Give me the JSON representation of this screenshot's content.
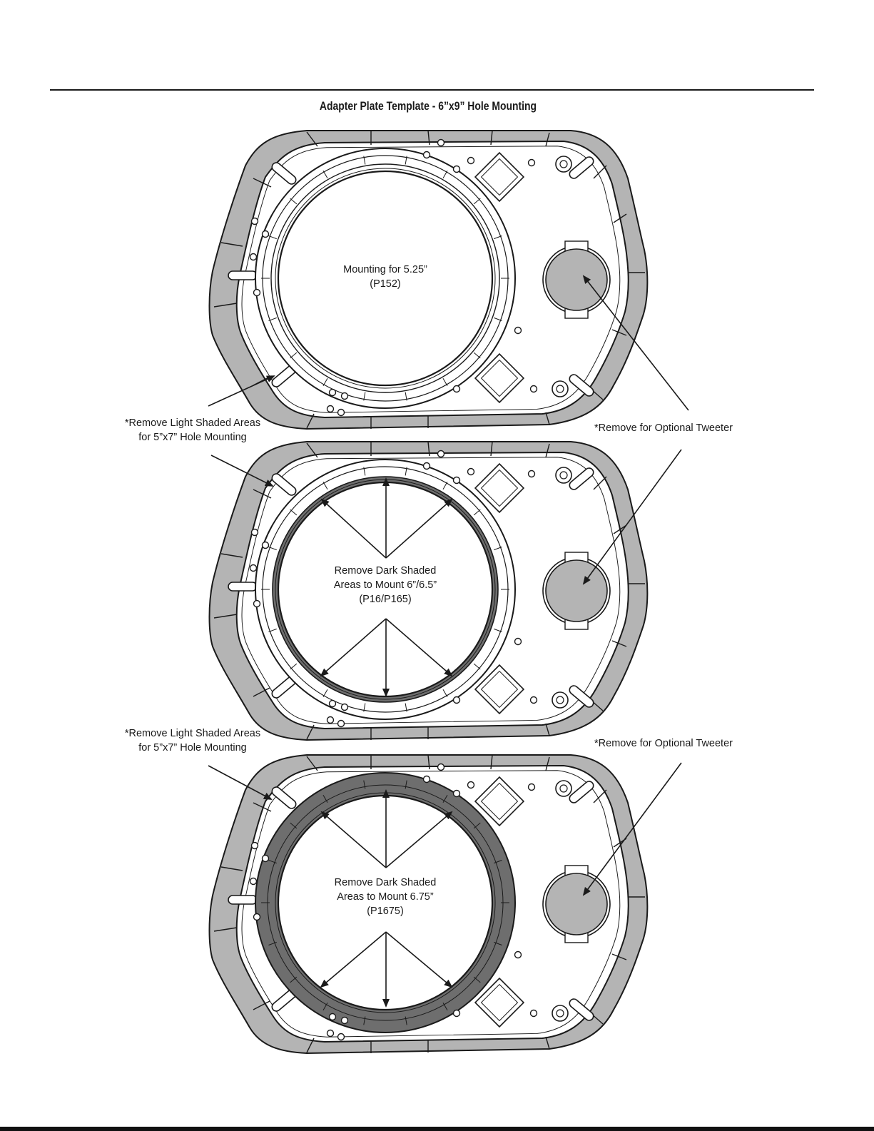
{
  "page": {
    "title": "Adapter Plate Template - 6”x9” Hole Mounting"
  },
  "plates": [
    {
      "center_label": [
        "Mounting for 5.25”",
        "(P152)"
      ]
    },
    {
      "center_label": [
        "Remove Dark Shaded",
        "Areas to Mount 6”/6.5”",
        "(P16/P165)"
      ]
    },
    {
      "center_label": [
        "Remove Dark Shaded",
        "Areas to Mount 6.75”",
        "(P1675)"
      ]
    }
  ],
  "callouts": {
    "light_shaded_1": [
      "*Remove Light Shaded Areas",
      "for 5”x7” Hole Mounting"
    ],
    "tweeter_1": "*Remove for Optional Tweeter",
    "light_shaded_2": [
      "*Remove Light Shaded Areas",
      "for 5”x7” Hole Mounting"
    ],
    "tweeter_2": "*Remove for Optional Tweeter"
  },
  "colors": {
    "light_shade": "#b4b4b4",
    "dark_shade": "#6e6e6e",
    "line": "#1a1a1a",
    "paper": "#ffffff"
  }
}
